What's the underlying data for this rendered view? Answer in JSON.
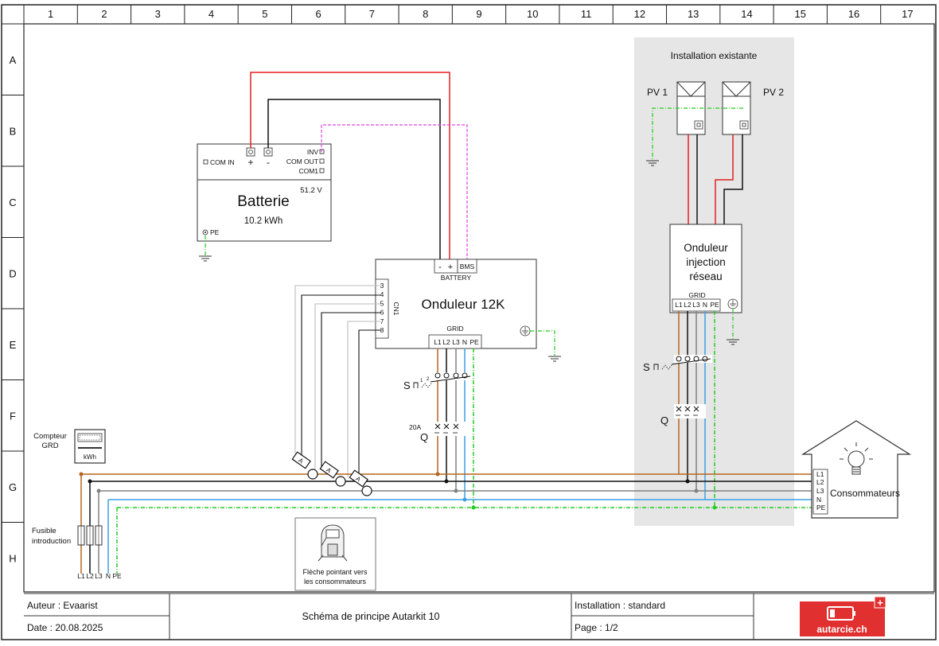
{
  "frame": {
    "columns": [
      "1",
      "2",
      "3",
      "4",
      "5",
      "6",
      "7",
      "8",
      "9",
      "10",
      "11",
      "12",
      "13",
      "14",
      "15",
      "16",
      "17"
    ],
    "rows": [
      "A",
      "B",
      "C",
      "D",
      "E",
      "F",
      "G",
      "H"
    ]
  },
  "existing_zone": {
    "title": "Installation existante"
  },
  "battery": {
    "title": "Batterie",
    "capacity": "10.2 kWh",
    "voltage": "51.2 V",
    "com_in": "COM IN",
    "plus": "+",
    "minus": "-",
    "inv": "INV",
    "com_out": "COM OUT",
    "com1": "COM1",
    "pe": "PE"
  },
  "inverter": {
    "title": "Onduleur 12K",
    "battery_label": "BATTERY",
    "bms": "BMS",
    "minus": "-",
    "plus": "+",
    "cn1": "CN1",
    "cn_pins": [
      "3",
      "4",
      "5",
      "6",
      "7",
      "8"
    ],
    "grid_label": "GRID",
    "terminals": [
      "L1",
      "L2",
      "L3",
      "N",
      "PE"
    ]
  },
  "grid_inverter": {
    "title_lines": [
      "Onduleur",
      "injection",
      "réseau"
    ],
    "grid_label": "GRID",
    "terminals": [
      "L1",
      "L2",
      "L3",
      "N",
      "PE"
    ]
  },
  "pv": {
    "pv1": "PV 1",
    "pv2": "PV 2"
  },
  "switches": {
    "s_label": "S",
    "q_label": "Q",
    "rating": "20A",
    "pin1": "1",
    "pin2": "2"
  },
  "meter": {
    "label_lines": [
      "Compteur",
      "GRD"
    ],
    "unit": "kWh"
  },
  "fuse": {
    "label_lines": [
      "Fusible",
      "introduction"
    ],
    "phases": [
      "L1",
      "L2",
      "L3",
      "N",
      "PE"
    ]
  },
  "sensor_mark": "A",
  "ct_note": {
    "lines": [
      "Flèche pointant vers",
      "les consommateurs"
    ]
  },
  "consumers": {
    "label": "Consommateurs",
    "lines": [
      "L1",
      "L2",
      "L3",
      "N",
      "PE"
    ]
  },
  "title_block": {
    "author": "Auteur : Evaarist",
    "date": "Date : 20.08.2025",
    "title": "Schéma de principe Autarkit 10",
    "installation": "Installation : standard",
    "page": "Page : 1/2",
    "logo_text": "autarcie.ch",
    "logo_plus": "+"
  },
  "colors": {
    "L1": "#b5651d",
    "L2": "#000000",
    "L3": "#808080",
    "N": "#3aa0e6",
    "PE": "#22cc22",
    "plus": "#e02020",
    "bms": "#e040e0",
    "zone": "#e6e6e6",
    "logo": "#e03030"
  }
}
